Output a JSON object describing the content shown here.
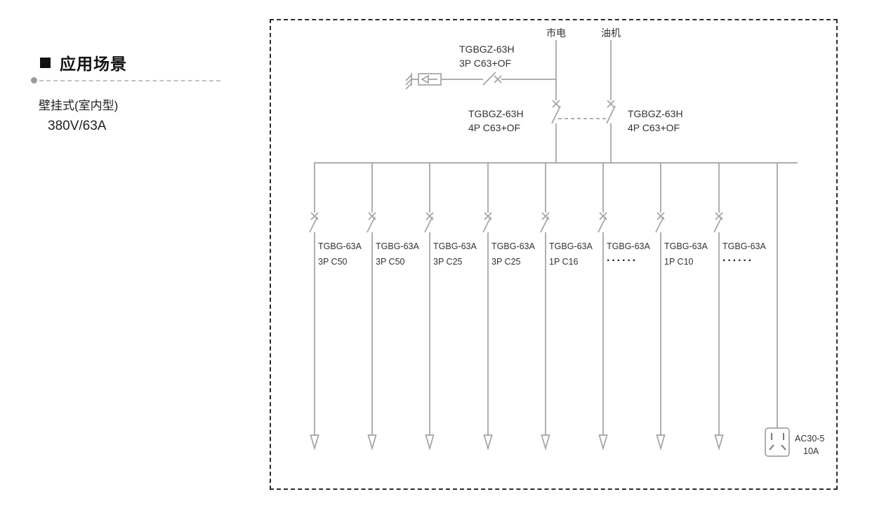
{
  "colors": {
    "wire": "#a3a3a3",
    "text": "#333333",
    "frame_border": "#2b2b2b"
  },
  "panel": {
    "title": "应用场景",
    "mount_type": "壁挂式(室内型)",
    "rating": "380V/63A"
  },
  "diagram": {
    "sources": {
      "mains": "市电",
      "generator": "油机"
    },
    "incomer": {
      "model": "TGBGZ-63H",
      "spec": "3P C63+OF"
    },
    "ats_left": {
      "model": "TGBGZ-63H",
      "spec": "4P C63+OF"
    },
    "ats_right": {
      "model": "TGBGZ-63H",
      "spec": "4P C63+OF"
    },
    "feeders": [
      {
        "model": "TGBG-63A",
        "spec": "3P C50"
      },
      {
        "model": "TGBG-63A",
        "spec": "3P C50"
      },
      {
        "model": "TGBG-63A",
        "spec": "3P C25"
      },
      {
        "model": "TGBG-63A",
        "spec": "3P C25"
      },
      {
        "model": "TGBG-63A",
        "spec": "1P C16"
      },
      {
        "model": "TGBG-63A",
        "spec": "······"
      },
      {
        "model": "TGBG-63A",
        "spec": "1P C10"
      },
      {
        "model": "TGBG-63A",
        "spec": "······"
      }
    ],
    "socket": {
      "model": "AC30-5",
      "spec": "10A"
    },
    "icons": {
      "ground": "earth-ground-symbol",
      "surge_box": "surge-arrester-box",
      "breaker": "breaker-x-symbol",
      "load_arrow": "load-arrow-down",
      "socket": "wall-socket-5hole"
    }
  }
}
